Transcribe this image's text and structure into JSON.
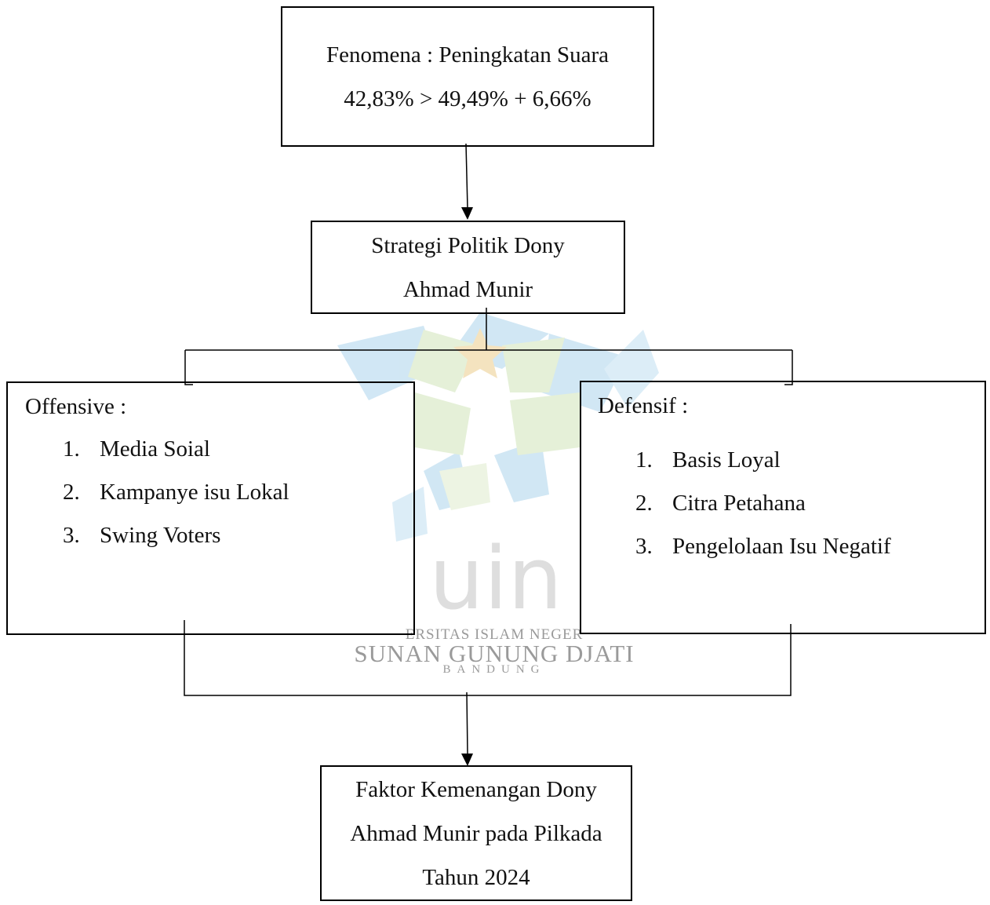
{
  "watermark": {
    "logo_text": "uin",
    "line1": "ERSITAS ISLAM NEGER",
    "line2": "SUNAN GUNUNG DJATI",
    "line3": "BANDUNG"
  },
  "top_box": {
    "line1": "Fenomena : Peningkatan Suara",
    "line2": "42,83% > 49,49% + 6,66%"
  },
  "strategy_box": {
    "line1": "Strategi Politik Dony",
    "line2": "Ahmad Munir"
  },
  "offensive_box": {
    "heading": "Offensive :",
    "items": [
      {
        "num": "1.",
        "label": "Media Soial"
      },
      {
        "num": "2.",
        "label": "Kampanye isu Lokal"
      },
      {
        "num": "3.",
        "label": "Swing Voters"
      }
    ]
  },
  "defensive_box": {
    "heading": "Defensif :",
    "items": [
      {
        "num": "1.",
        "label": "Basis Loyal"
      },
      {
        "num": "2.",
        "label": "Citra Petahana"
      },
      {
        "num": "3.",
        "label": "Pengelolaan Isu Negatif"
      }
    ]
  },
  "result_box": {
    "line1": "Faktor Kemenangan Dony",
    "line2": "Ahmad Munir pada Pilkada",
    "line3": "Tahun 2024"
  },
  "colors": {
    "line": "#000000",
    "text": "#111111",
    "watermark_blue": "#c9e3f3",
    "watermark_green": "#e1eed2",
    "watermark_star": "#f3dfb4",
    "watermark_gray": "#d9d9d9"
  }
}
